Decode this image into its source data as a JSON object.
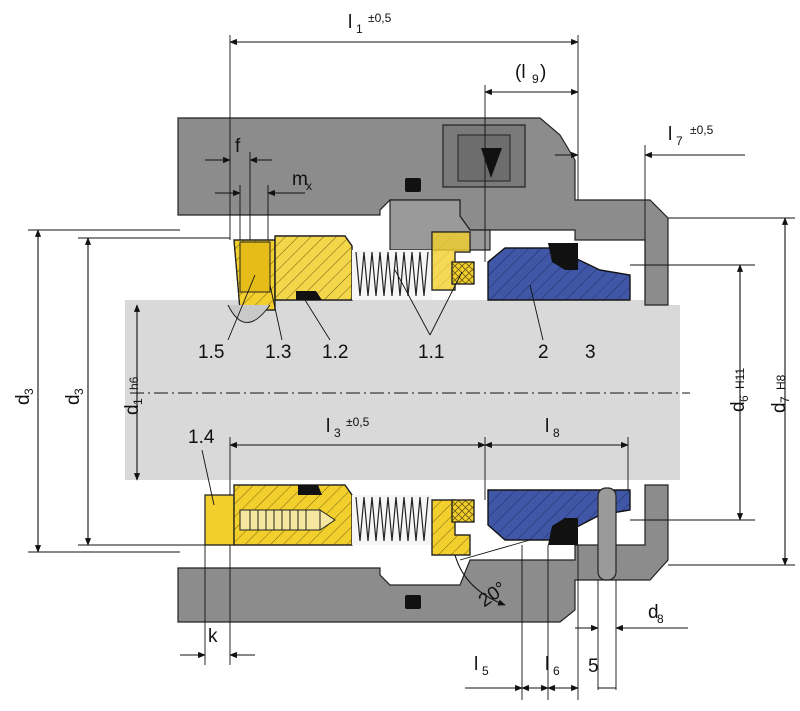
{
  "labels": {
    "l1": "l",
    "l1_sub": "1",
    "l1_tol": "±0,5",
    "l9": "(l",
    "l9_sub": "9",
    "l9_close": ")",
    "l7": "l",
    "l7_sub": "7",
    "l7_tol": "±0,5",
    "f": "f",
    "mx": "m",
    "mx_sub": "x",
    "d3_outer": "d",
    "d3_outer_sub": "3",
    "d3_inner": "d",
    "d3_inner_sub": "3",
    "d1": "d",
    "d1_sub": "1",
    "d1_tol": "h6",
    "d6": "d",
    "d6_sub": "6",
    "d6_tol": "H11",
    "d7": "d",
    "d7_sub": "7",
    "d7_tol": "H8",
    "part_1_5": "1.5",
    "part_1_3": "1.3",
    "part_1_2": "1.2",
    "part_1_1": "1.1",
    "part_2": "2",
    "part_3": "3",
    "part_1_4": "1.4",
    "l3": "l",
    "l3_sub": "3",
    "l3_tol": "±0,5",
    "l8": "l",
    "l8_sub": "8",
    "angle": "20°",
    "d8": "d",
    "d8_sub": "8",
    "k": "k",
    "l5": "l",
    "l5_sub": "5",
    "l6": "l",
    "l6_sub": "6",
    "five": "5"
  },
  "colors": {
    "housing": "#8c8c8c",
    "shaft": "#d9d9d9",
    "rotating_parts": "#f2cf2c",
    "stationary_seat": "#3f57a6",
    "elastomer": "#111111"
  }
}
